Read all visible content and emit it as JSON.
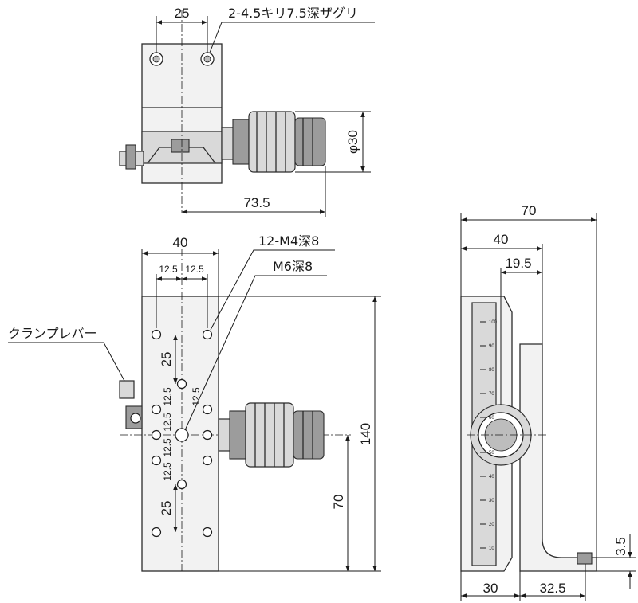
{
  "top_view": {
    "dim_hole_pitch": "25",
    "note_mount_holes": "2-4.5キリ7.5深ザグリ",
    "dim_knob_diameter": "φ30",
    "dim_knob_reach": "73.5"
  },
  "front_view": {
    "dim_width": "40",
    "dim_pitch_left": "12.5",
    "dim_pitch_right": "12.5",
    "note_tapped_holes": "12-M4深8",
    "note_center_hole": "M6深8",
    "label_clamp_lever": "クランプレバー",
    "dim_upper_25": "25",
    "dim_lower_25": "25",
    "dim_vert_pitches": [
      "12.5",
      "12.5",
      "12.5",
      "12.5",
      "12.5"
    ],
    "dim_height": "140",
    "dim_center_height": "70"
  },
  "side_view": {
    "dim_total_depth": "70",
    "dim_depth_40": "40",
    "dim_depth_19_5": "19.5",
    "dim_base_30": "30",
    "dim_base_32_5": "32.5",
    "dim_base_thickness": "3.5",
    "scale_labels": [
      "10",
      "20",
      "30",
      "40",
      "50",
      "60",
      "70",
      "80",
      "90",
      "100"
    ]
  }
}
